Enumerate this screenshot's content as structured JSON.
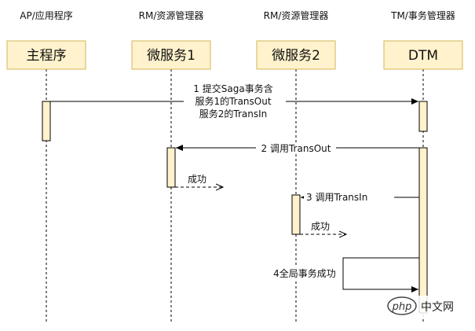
{
  "participants": [
    {
      "role": "AP/应用程序",
      "name": "主程序"
    },
    {
      "role": "RM/资源管理器",
      "name": "微服务1"
    },
    {
      "role": "RM/资源管理器",
      "name": "微服务2"
    },
    {
      "role": "TM/事务管理器",
      "name": "DTM"
    }
  ],
  "messages": [
    {
      "text": "1 提交Saga事务含",
      "text2": "服务1的TransOut",
      "text3": "服务2的TransIn"
    },
    {
      "text": "2 调用TransOut"
    },
    {
      "text": "成功"
    },
    {
      "text": "3 调用TransIn"
    },
    {
      "text": "成功"
    },
    {
      "text": "4全局事务成功"
    }
  ],
  "watermark": {
    "badge": "php",
    "text": "中文网"
  },
  "colors": {
    "box_fill": "#fff2cc",
    "box_stroke": "#d6b656",
    "line": "#000000"
  }
}
